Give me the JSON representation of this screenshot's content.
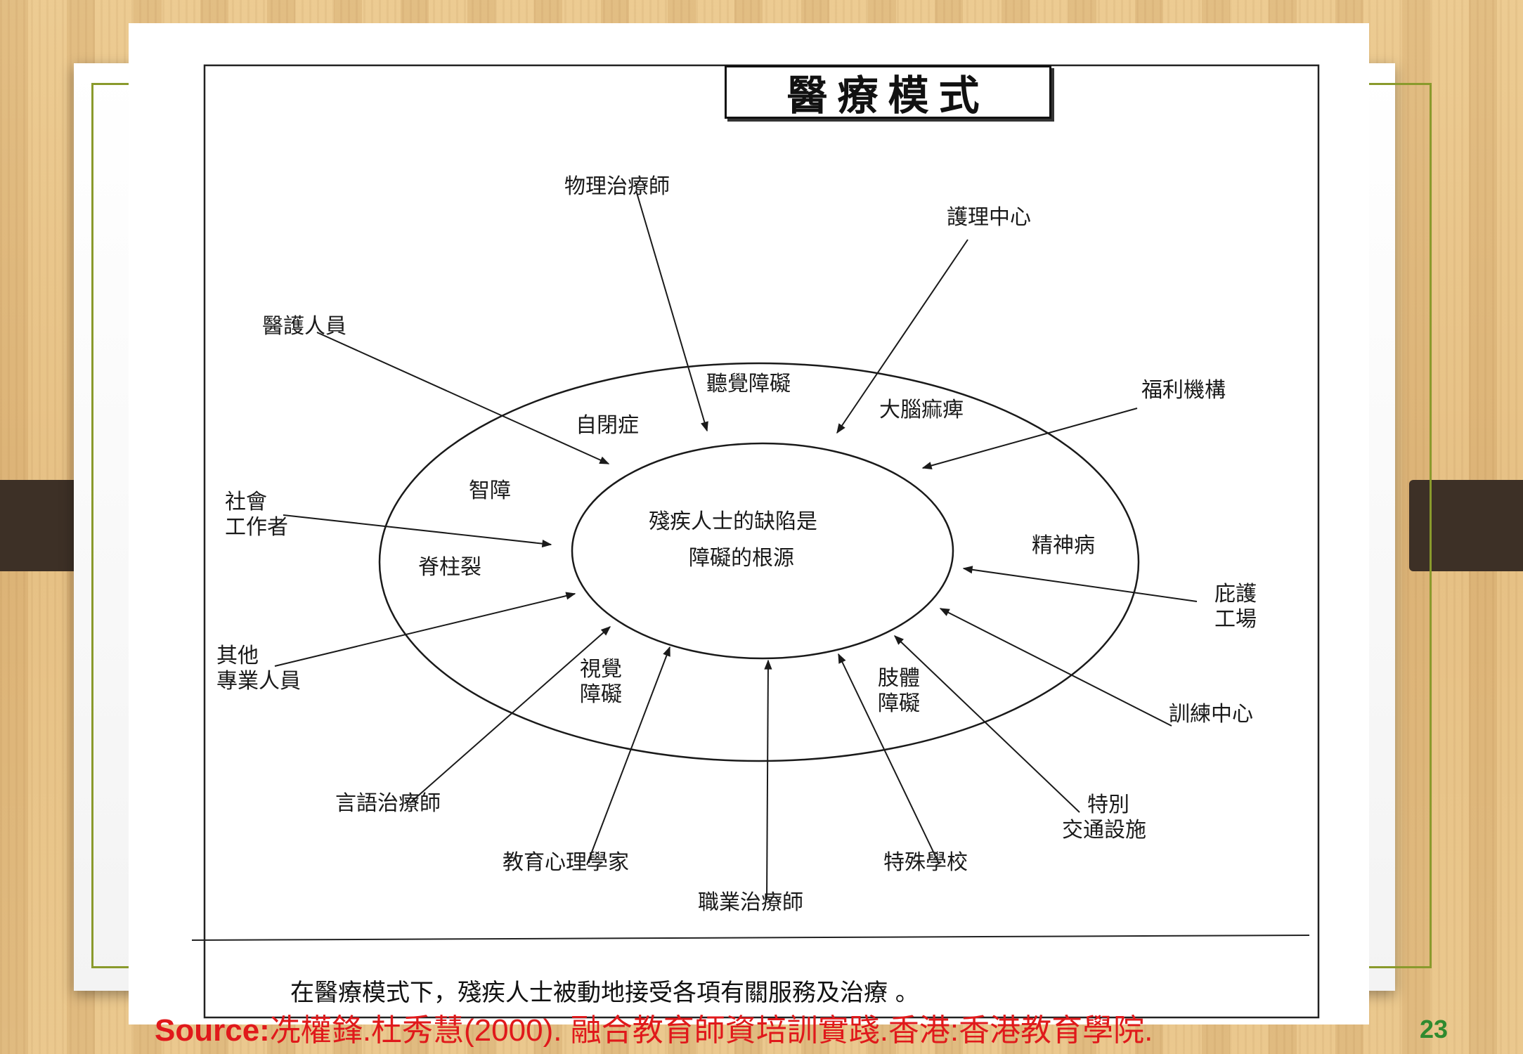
{
  "slide": {
    "title": "醫療模式",
    "center_text_line1": "殘疾人士的缺陷是",
    "center_text_line2": "障礙的根源",
    "caption": "在醫療模式下，殘疾人士被動地接受各項有關服務及治療 。",
    "source_label": "Source:",
    "source_text": "冼權鋒.杜秀慧(2000). 融合教育師資培訓實踐.香港:香港教育學院.",
    "page_number": "23",
    "page_number_behind": "3"
  },
  "conditions": {
    "hearing": "聽覺障礙",
    "autism": "自閉症",
    "cerebral_palsy": "大腦痲痺",
    "intellectual": "智障",
    "spina_bifida": "脊柱裂",
    "mental_illness": "精神病",
    "visual_1": "視覺",
    "visual_2": "障礙",
    "physical_1": "肢體",
    "physical_2": "障礙"
  },
  "services": {
    "physiotherapist": "物理治療師",
    "nursing_centre": "護理中心",
    "medical_staff": "醫護人員",
    "welfare_org": "福利機構",
    "social_worker_1": "社會",
    "social_worker_2": "工作者",
    "sheltered_1": "庇護",
    "sheltered_2": "工場",
    "other_prof_1": "其他",
    "other_prof_2": "專業人員",
    "training_centre": "訓練中心",
    "special_transport_1": "特別",
    "special_transport_2": "交通設施",
    "speech_therapist": "言語治療師",
    "edu_psychologist": "教育心理學家",
    "special_school": "特殊學校",
    "occupational_therapist": "職業治療師"
  },
  "colors": {
    "source": "#e0191b",
    "page_number": "#2f8a2f",
    "frame": "#8a9a2c",
    "strap": "#3d3026"
  }
}
